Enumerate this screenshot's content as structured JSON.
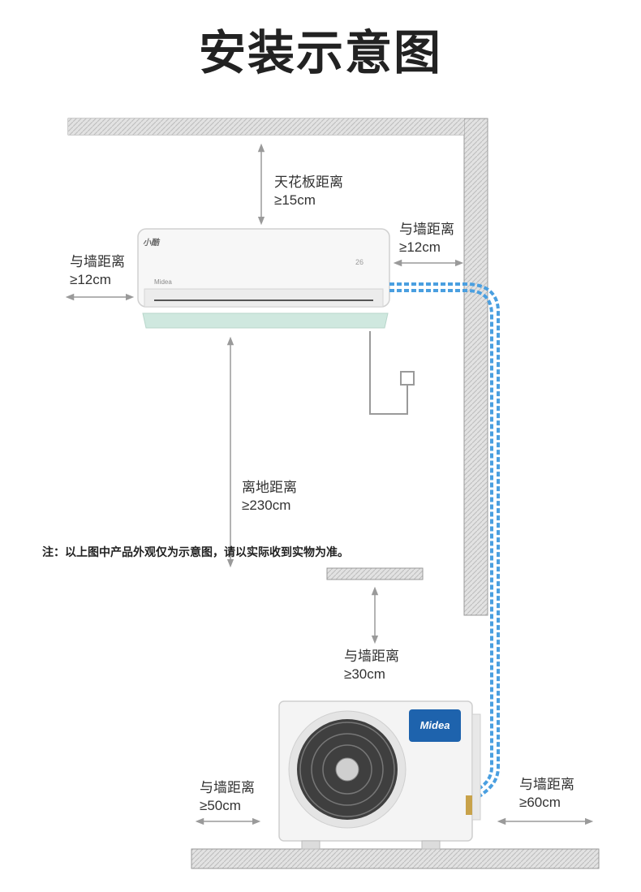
{
  "title": "安装示意图",
  "labels": {
    "ceiling": [
      "天花板距离",
      "≥15cm"
    ],
    "indoor_right_wall": [
      "与墙距离",
      "≥12cm"
    ],
    "indoor_left_wall": [
      "与墙距离",
      "≥12cm"
    ],
    "floor": [
      "离地距离",
      "≥230cm"
    ],
    "outdoor_front_wall": [
      "与墙距离",
      "≥30cm"
    ],
    "outdoor_left_wall": [
      "与墙距离",
      "≥50cm"
    ],
    "outdoor_right_wall": [
      "与墙距离",
      "≥60cm"
    ]
  },
  "note": "注：以上图中产品外观仅为示意图，请以实际收到实物为准。",
  "brand": {
    "outdoor_logo": "Midea",
    "indoor_logo": "Midea",
    "indoor_series": "小酷",
    "indoor_display": "26"
  },
  "colors": {
    "wall_fill": "#dcdcdc",
    "wall_stroke": "#999999",
    "pipe": "#4a9fe0",
    "arrow": "#9a9a9a",
    "outdoor_logo_bg": "#1e63ad",
    "louver": "#cfe8df"
  }
}
